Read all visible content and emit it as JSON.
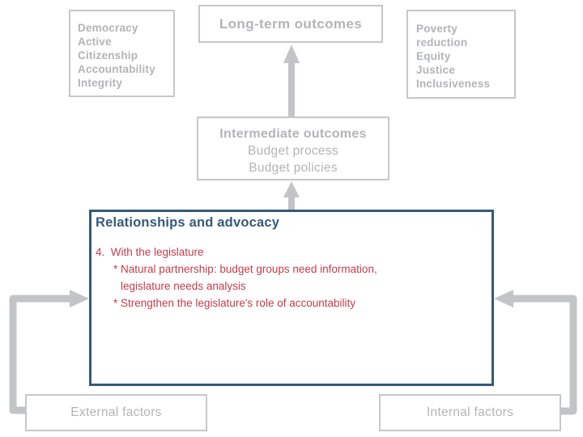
{
  "diagram": {
    "type": "logic-model-flow",
    "colors": {
      "gray_border": "#c6c7c9",
      "gray_text": "#b3b4b7",
      "arrow_gray": "#c3c4c6",
      "accent_blue": "#35597b",
      "accent_red": "#c33c4b",
      "background": "#ffffff"
    },
    "boxes": {
      "democracy": {
        "lines": [
          "Democracy",
          "Active",
          "Citizenship",
          "Accountability",
          "Integrity"
        ]
      },
      "long_term": {
        "label": "Long-term outcomes"
      },
      "poverty": {
        "lines": [
          "Poverty",
          "reduction",
          "Equity",
          "Justice",
          "Inclusiveness"
        ]
      },
      "intermediate": {
        "title": "Intermediate outcomes",
        "lines": [
          "Budget process",
          "Budget policies"
        ]
      },
      "relationships": {
        "title": "Relationships and advocacy",
        "lines": [
          "4.  With the legislature",
          "* Natural partnership: budget groups need information,",
          "legislature needs analysis",
          "* Strengthen the legislature's role of accountability"
        ]
      },
      "external": {
        "label": "External factors"
      },
      "internal": {
        "label": "Internal factors"
      }
    },
    "arrows": [
      "intermediate-to-longterm",
      "relationships-to-intermediate",
      "external-to-relationships",
      "internal-to-relationships"
    ]
  }
}
